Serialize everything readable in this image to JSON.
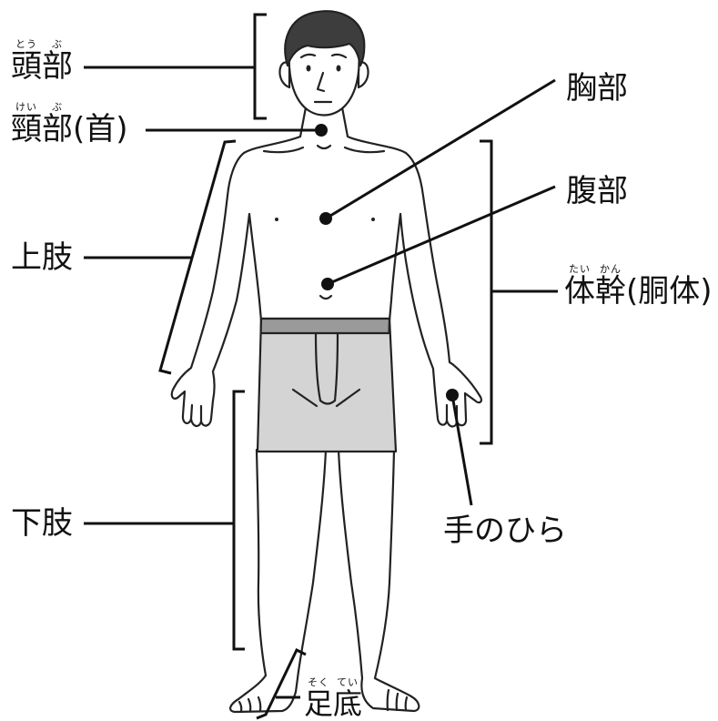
{
  "labels": {
    "head": {
      "parts": [
        {
          "base": "頭",
          "ruby": "とう"
        },
        {
          "base": "部",
          "ruby": "ぶ"
        }
      ]
    },
    "neck": {
      "parts": [
        {
          "base": "頸",
          "ruby": "けい"
        },
        {
          "base": "部",
          "ruby": "ぶ"
        }
      ],
      "suffix": "(首)"
    },
    "chest": {
      "text": "胸部"
    },
    "abdomen": {
      "text": "腹部"
    },
    "trunk": {
      "parts": [
        {
          "base": "体",
          "ruby": "たい"
        },
        {
          "base": "幹",
          "ruby": "かん"
        }
      ],
      "suffix": "(胴体)"
    },
    "upper_limb": {
      "text": "上肢"
    },
    "lower_limb": {
      "text": "下肢"
    },
    "palm": {
      "text": "手のひら"
    },
    "sole": {
      "parts": [
        {
          "base": "足",
          "ruby": "そく"
        },
        {
          "base": "底",
          "ruby": "てい"
        }
      ]
    }
  },
  "colors": {
    "line": "#222222",
    "hair": "#3d3d3d",
    "skin": "#ffffff",
    "underwear": "#d4d4d4",
    "waistband": "#9a9a9a",
    "marker": "#111111"
  }
}
